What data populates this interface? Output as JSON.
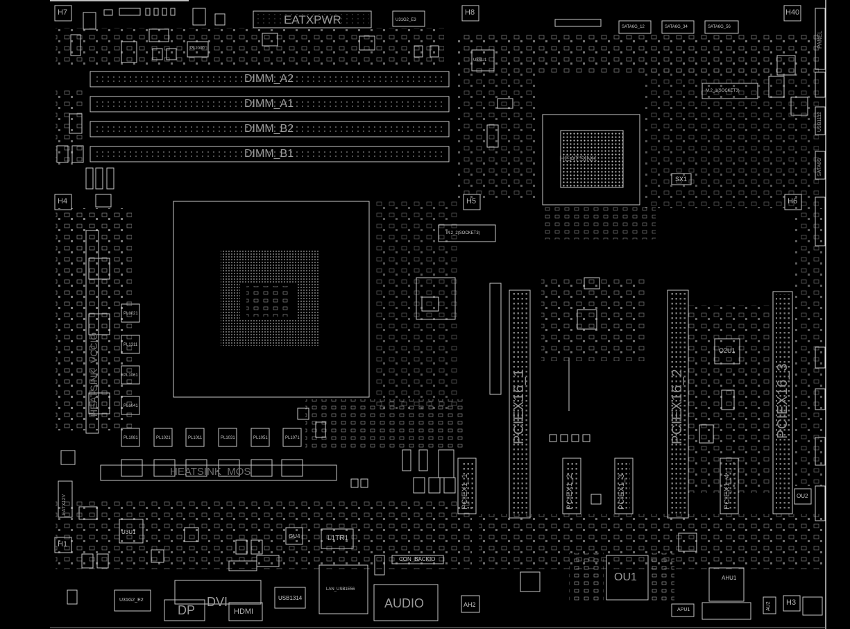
{
  "labels": {
    "eatxpwr": "EATXPWR",
    "dimm_a2": "DIMM_A2",
    "dimm_a1": "DIMM_A1",
    "dimm_b2": "DIMM_B2",
    "dimm_b1": "DIMM_B1",
    "h7": "H7",
    "h8": "H8",
    "h40": "H40",
    "h4": "H4",
    "h5": "H5",
    "h6": "H6",
    "h1": "H1",
    "h3": "H3",
    "ah2": "AH2",
    "m2_1": "M.2_1(SOCKET3)",
    "m2_2": "M.2_2(SOCKET3)",
    "heatsink": "HEATSINK",
    "sx1": "SX1",
    "pciex16_1": "PCIEX16_1",
    "pciex16_2": "PCIEX16_2",
    "pciex16_3": "PCIEX16_3",
    "pciex1_1": "PCIEX1_1",
    "pciex1_2": "PCIEX1_2",
    "pciex1_3": "PCIEX1_3",
    "pciex1_4": "PCIEX1_4",
    "eatx12v": "EATX12V",
    "l1tr1": "L1TR1",
    "con_backio": "CON_BACKIO",
    "lan_usb": "LAN_USB1E56",
    "audio": "AUDIO",
    "dp": "DP",
    "dvi": "DVI",
    "hdmi": "HDMI",
    "usb1314": "USB1314",
    "ou1": "OU1",
    "o2u1": "O2U1",
    "ou2": "OU2",
    "u3102_e3": "U31G2_E3",
    "u3102_e2": "U31G2_E2",
    "u3su1": "U3SU1",
    "gu4": "GU4",
    "u3u1": "U3U1",
    "ahu1": "AHU1",
    "apu1": "APU1",
    "au2": "AU2",
    "sata_12": "SATA6G_12",
    "sata_34": "SATA6G_34",
    "sata_56": "SATA6G_56",
    "panel": "PANEL",
    "usb1112": "USB1112",
    "fp_sata": "SATA6G",
    "pl1": "PL1021",
    "pl2": "PL1311",
    "pl3": "PL1061",
    "pl4": "PL1041",
    "pl5": "PL1081",
    "pl6": "PL1021",
    "pl7": "PL1011",
    "pl8": "PL1031",
    "pl9": "PL1051",
    "pl10": "PL1071",
    "pl2000": "PL2000",
    "cpu_sink_l": "HEATSINK_VCCIO",
    "cpu_sink_b": "HEATSINK_MOS"
  }
}
